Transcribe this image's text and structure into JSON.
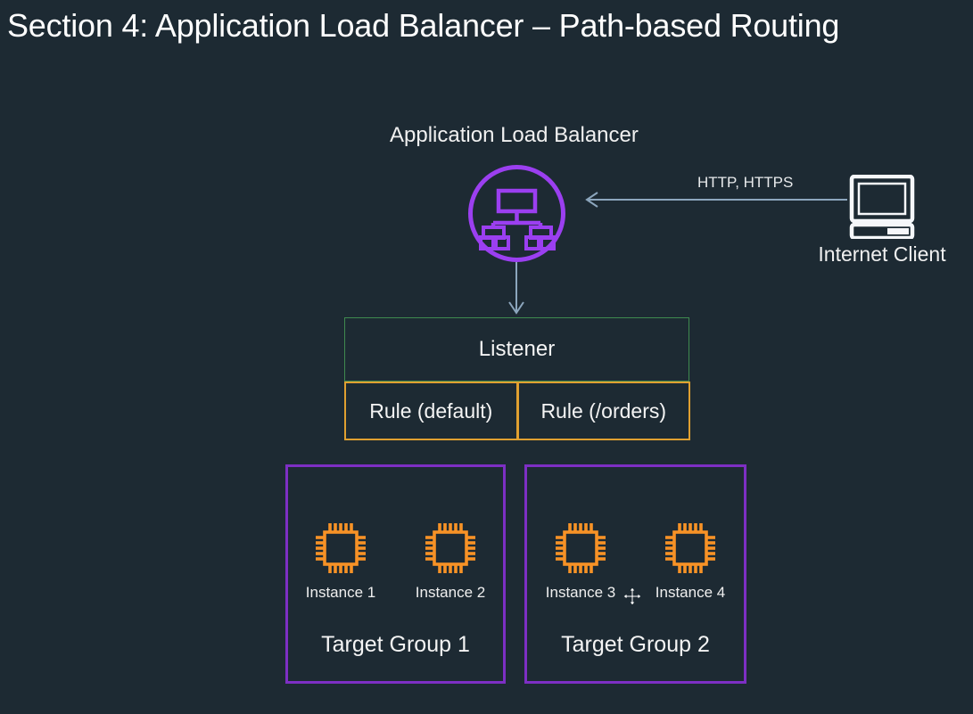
{
  "slide": {
    "title": "Section 4: Application Load Balancer – Path-based Routing",
    "background_color": "#1d2a33"
  },
  "diagram": {
    "alb": {
      "caption": "Application Load Balancer",
      "icon_name": "application-load-balancer-icon",
      "accent_color": "#9b3ff0"
    },
    "client": {
      "label": "Internet Client",
      "icon_name": "desktop-computer-icon",
      "color": "#f5f7fa"
    },
    "connections": [
      {
        "name": "client-to-alb",
        "label": "HTTP, HTTPS",
        "direction": "left",
        "color": "#8ca6bd"
      },
      {
        "name": "alb-to-listener",
        "label": "",
        "direction": "down",
        "color": "#8ca6bd"
      }
    ],
    "listener": {
      "label": "Listener",
      "border_color": "#3f8a4f"
    },
    "rules": [
      {
        "label": "Rule (default)",
        "border_color": "#e0a030"
      },
      {
        "label": "Rule (/orders)",
        "border_color": "#e0a030"
      }
    ],
    "target_groups": [
      {
        "title": "Target Group 1",
        "border_color": "#7d2fc4",
        "instances": [
          {
            "label": "Instance 1",
            "icon_name": "cpu-chip-icon",
            "color": "#f79226"
          },
          {
            "label": "Instance 2",
            "icon_name": "cpu-chip-icon",
            "color": "#f79226"
          }
        ]
      },
      {
        "title": "Target Group 2",
        "border_color": "#7d2fc4",
        "instances": [
          {
            "label": "Instance 3",
            "icon_name": "cpu-chip-icon",
            "color": "#f79226"
          },
          {
            "label": "Instance 4",
            "icon_name": "cpu-chip-icon",
            "color": "#f79226"
          }
        ]
      }
    ]
  },
  "cursor": {
    "icon_name": "move-cursor",
    "color": "#ffffff"
  }
}
